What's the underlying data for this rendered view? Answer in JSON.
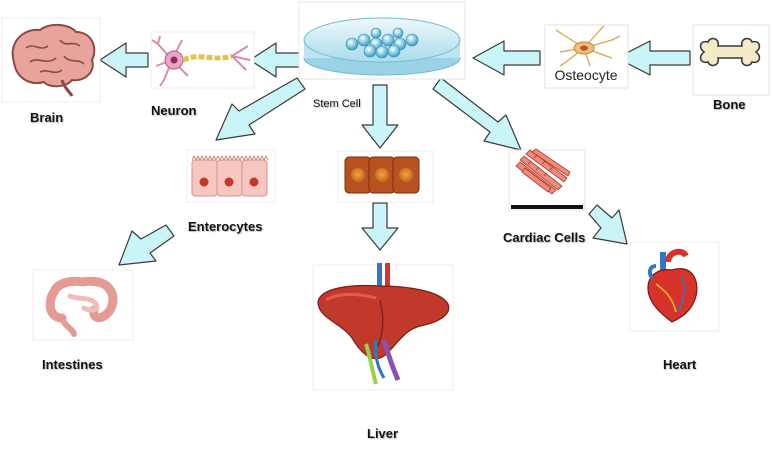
{
  "labels": {
    "brain": "Brain",
    "neuron": "Neuron",
    "stem_cell": "Stem Cell",
    "osteocyte": "Osteocyte",
    "bone": "Bone",
    "enterocytes": "Enterocytes",
    "cardiac_cells": "Cardiac Cells",
    "intestines": "Intestines",
    "liver": "Liver",
    "heart": "Heart"
  },
  "colors": {
    "arrow_fill": "#c9f4f8",
    "arrow_stroke": "#3a3a3a",
    "dish_blue": "#a9dceb",
    "cell_blue": "#3fa9d0",
    "enterocyte_pink": "#f6c6c2",
    "nucleus_red": "#c0392b",
    "hepatocyte_brown": "#b8501f",
    "liver_red": "#c0392b",
    "heart_red": "#d6332a",
    "brain_pink": "#e8a49c",
    "bone_cream": "#f4eac8"
  }
}
